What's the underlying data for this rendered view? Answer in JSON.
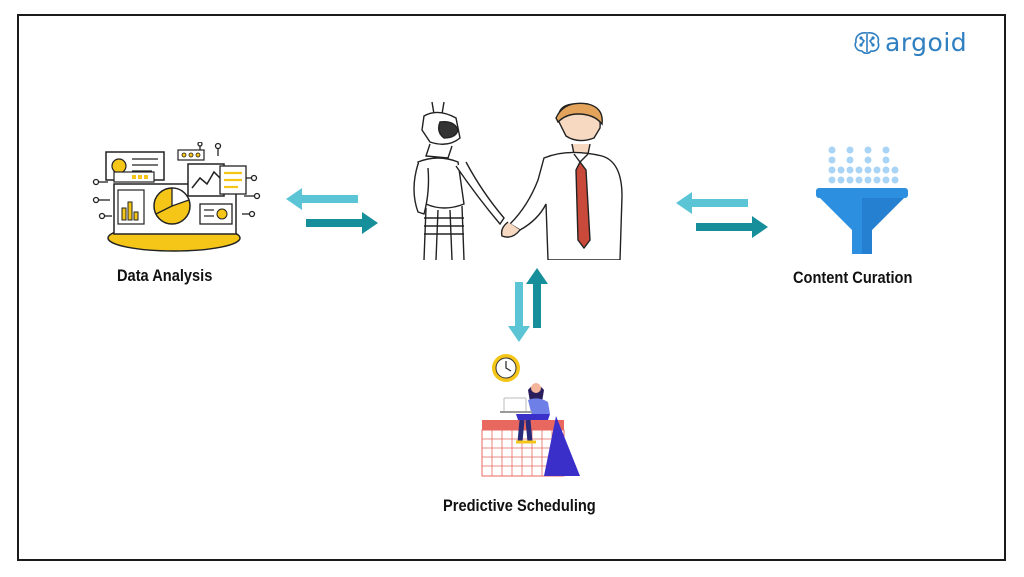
{
  "brand": {
    "name": "argoid",
    "color": "#2f7fc1"
  },
  "nodes": {
    "data_analysis": {
      "label": "Data Analysis",
      "icon": "data-analysis-dashboard-icon"
    },
    "center": {
      "icon": "robot-human-handshake-icon"
    },
    "content_curation": {
      "label": "Content Curation",
      "icon": "funnel-icon"
    },
    "predictive_scheduling": {
      "label": "Predictive Scheduling",
      "icon": "calendar-person-clock-icon"
    }
  },
  "colors": {
    "arrow_light": "#5bc5d6",
    "arrow_dark": "#168f9b",
    "accent_yellow": "#f5c518",
    "funnel_blue": "#2d8fe0"
  }
}
